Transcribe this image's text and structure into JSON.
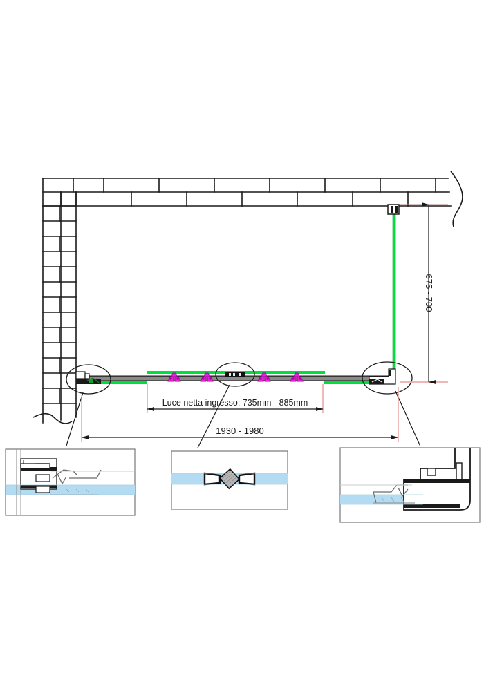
{
  "drawing": {
    "title": "Shower enclosure plan view",
    "type": "technical-drawing",
    "units": "mm"
  },
  "dimensions": {
    "width_label": "1930 - 1980",
    "depth_label": "675 - 700",
    "entry_label": "Luce netta ingresso: 735mm - 885mm"
  },
  "colors": {
    "glass_green": "#00e03c",
    "glass_green_dark": "#00a82d",
    "glass_blue": "#b3dcf2",
    "roller_magenta": "#e81fd8",
    "roller_magenta_dark": "#a800a0",
    "dim_line": "#e8a0a0",
    "outline": "#1a1a1a",
    "profile_grey": "#808080",
    "seal_grey": "#b5b5b5",
    "box_border": "#777777"
  },
  "callouts": {
    "left": {
      "name": "wall-profile-detail"
    },
    "center": {
      "name": "magnetic-seal-detail"
    },
    "right": {
      "name": "corner-junction-detail"
    }
  },
  "components": {
    "track_rail": "sliding-track",
    "fixed_panel_left": "fixed-glass-panel-left",
    "fixed_panel_right": "fixed-glass-panel-right",
    "sliding_panel": "sliding-glass-panel",
    "side_panel": "side-glass-panel",
    "rollers_count": 4
  }
}
